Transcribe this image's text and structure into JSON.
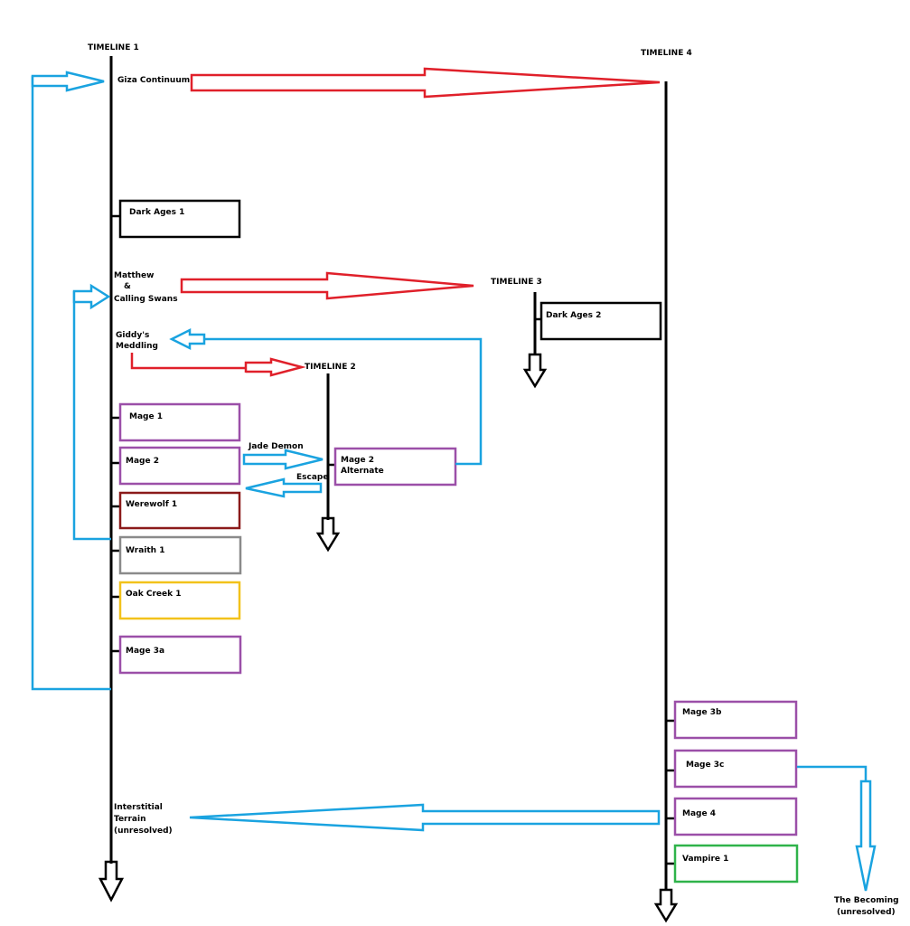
{
  "timelines": {
    "t1": "TIMELINE 1",
    "t2": "TIMELINE 2",
    "t3": "TIMELINE 3",
    "t4": "TIMELINE 4"
  },
  "events": {
    "giza": "Giza Continuum",
    "matthew": [
      "Matthew",
      "&",
      "Calling Swans"
    ],
    "giddy": [
      "Giddy's",
      "Meddling"
    ],
    "interstitial": [
      "Interstitial",
      "Terrain",
      "(unresolved)"
    ],
    "becoming": [
      "The Becoming",
      "(unresolved)"
    ]
  },
  "boxes": {
    "dark_ages_1": "Dark Ages 1",
    "mage_1": "Mage 1",
    "mage_2": "Mage 2",
    "werewolf_1": "Werewolf 1",
    "wraith_1": "Wraith 1",
    "oak_creek_1": "Oak Creek 1",
    "mage_3a": "Mage 3a",
    "dark_ages_2": "Dark Ages 2",
    "mage_2_alt": [
      "Mage 2",
      "Alternate"
    ],
    "mage_3b": "Mage 3b",
    "mage_3c": "Mage 3c",
    "mage_4": "Mage 4",
    "vampire_1": "Vampire 1"
  },
  "links": {
    "jade_demon": "Jade Demon",
    "escape": "Escape"
  },
  "colors": {
    "black": "#000000",
    "red_arrow": "#e0202a",
    "blue_arrow": "#1aa3e0",
    "mage": "#9b4fa8",
    "werewolf": "#8b1a1a",
    "wraith": "#8a8a8a",
    "oak_creek": "#f2c21b",
    "vampire": "#2fb34a"
  }
}
